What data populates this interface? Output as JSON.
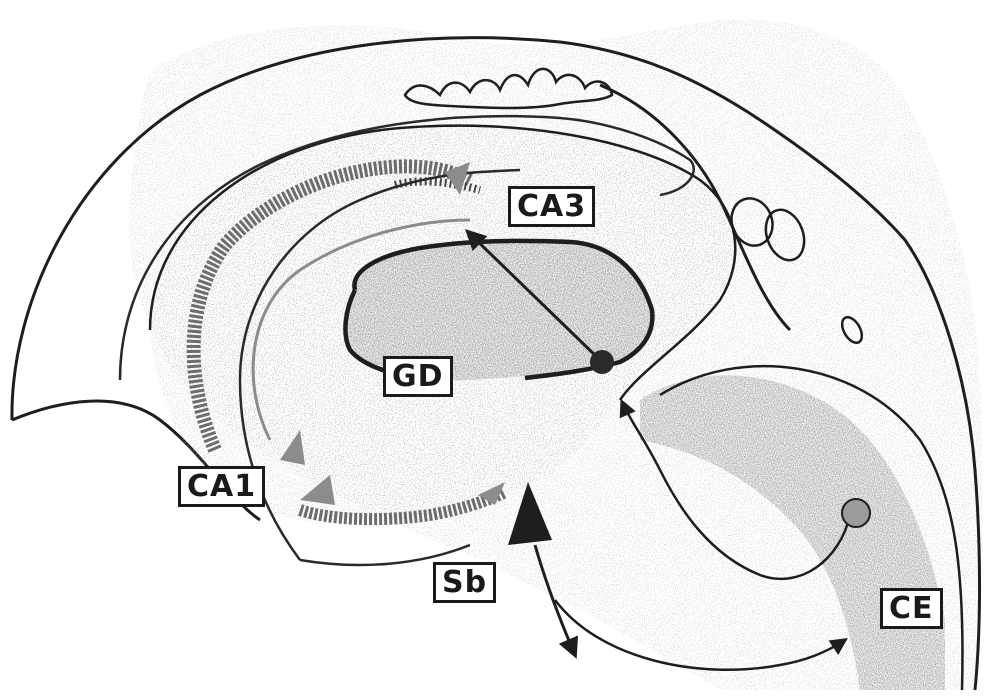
{
  "labels": {
    "ca3": "CA3",
    "gd": "GD",
    "ca1": "CA1",
    "sb": "Sb",
    "ce": "CE"
  },
  "colors": {
    "outline": "#1e1e1e",
    "stipple": "#9a9a9a",
    "cell_layer": "#555555",
    "arrow_grey": "#8c8c8c",
    "neuron_dark": "#2a2a2a",
    "neuron_grey": "#9b9b9b"
  }
}
